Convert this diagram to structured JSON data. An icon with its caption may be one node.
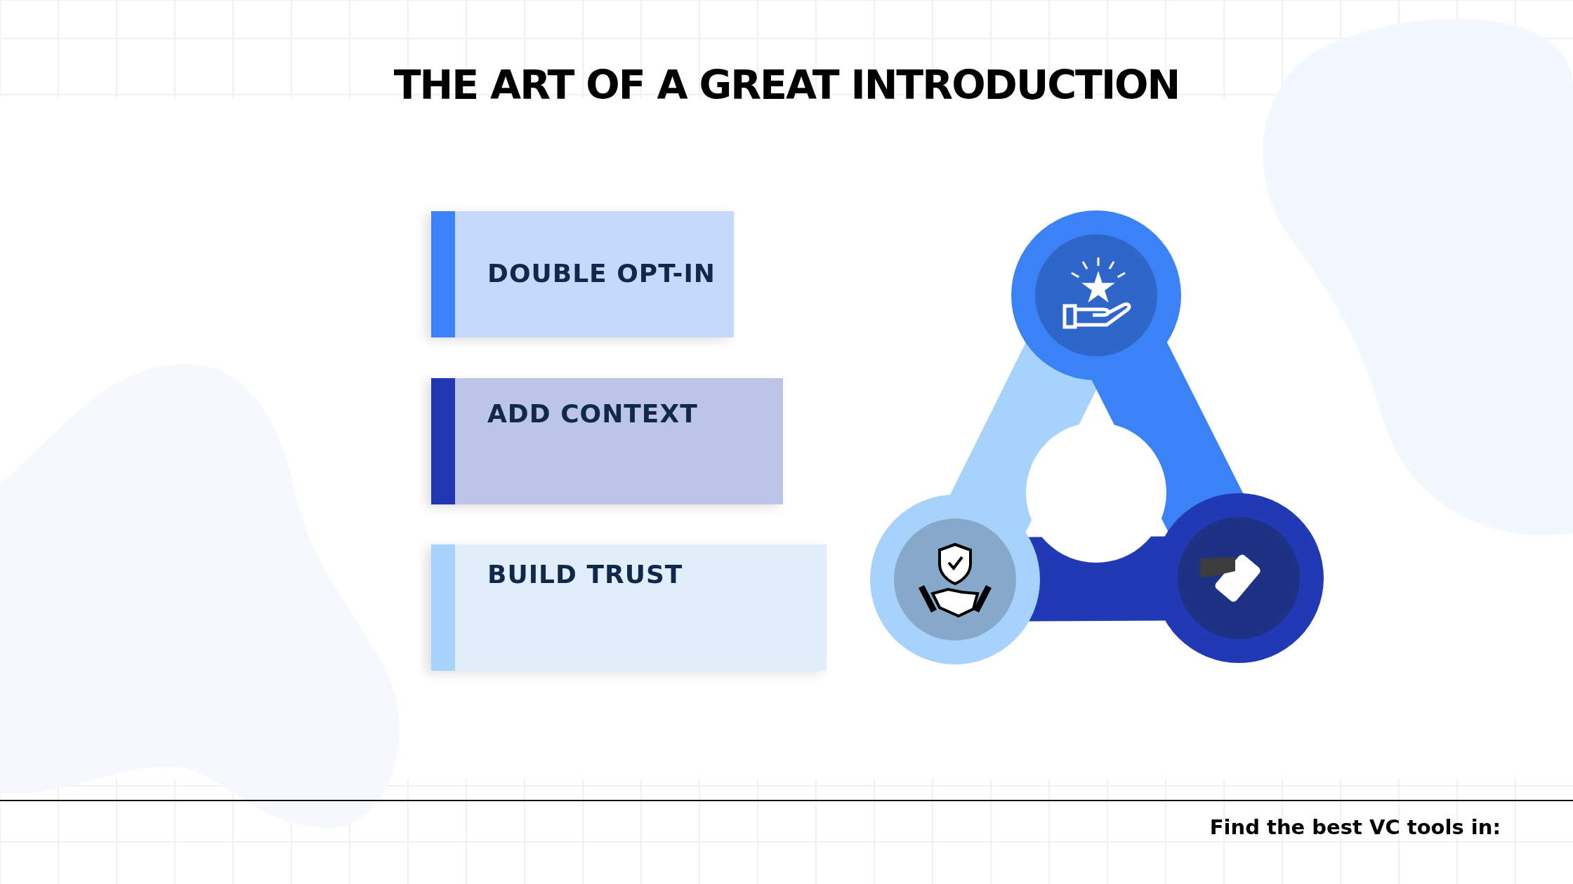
{
  "diagram": {
    "title": "THE ART OF A GREAT INTRODUCTION",
    "nodes": [
      {
        "text": [
          "DOUBLE OPT-IN"
        ]
      },
      {
        "text": [
          "ADD CONTEXT"
        ]
      },
      {
        "text": [
          "BUILD TRUST"
        ]
      }
    ],
    "labels": [
      "Find the best VC tools in:"
    ]
  }
}
